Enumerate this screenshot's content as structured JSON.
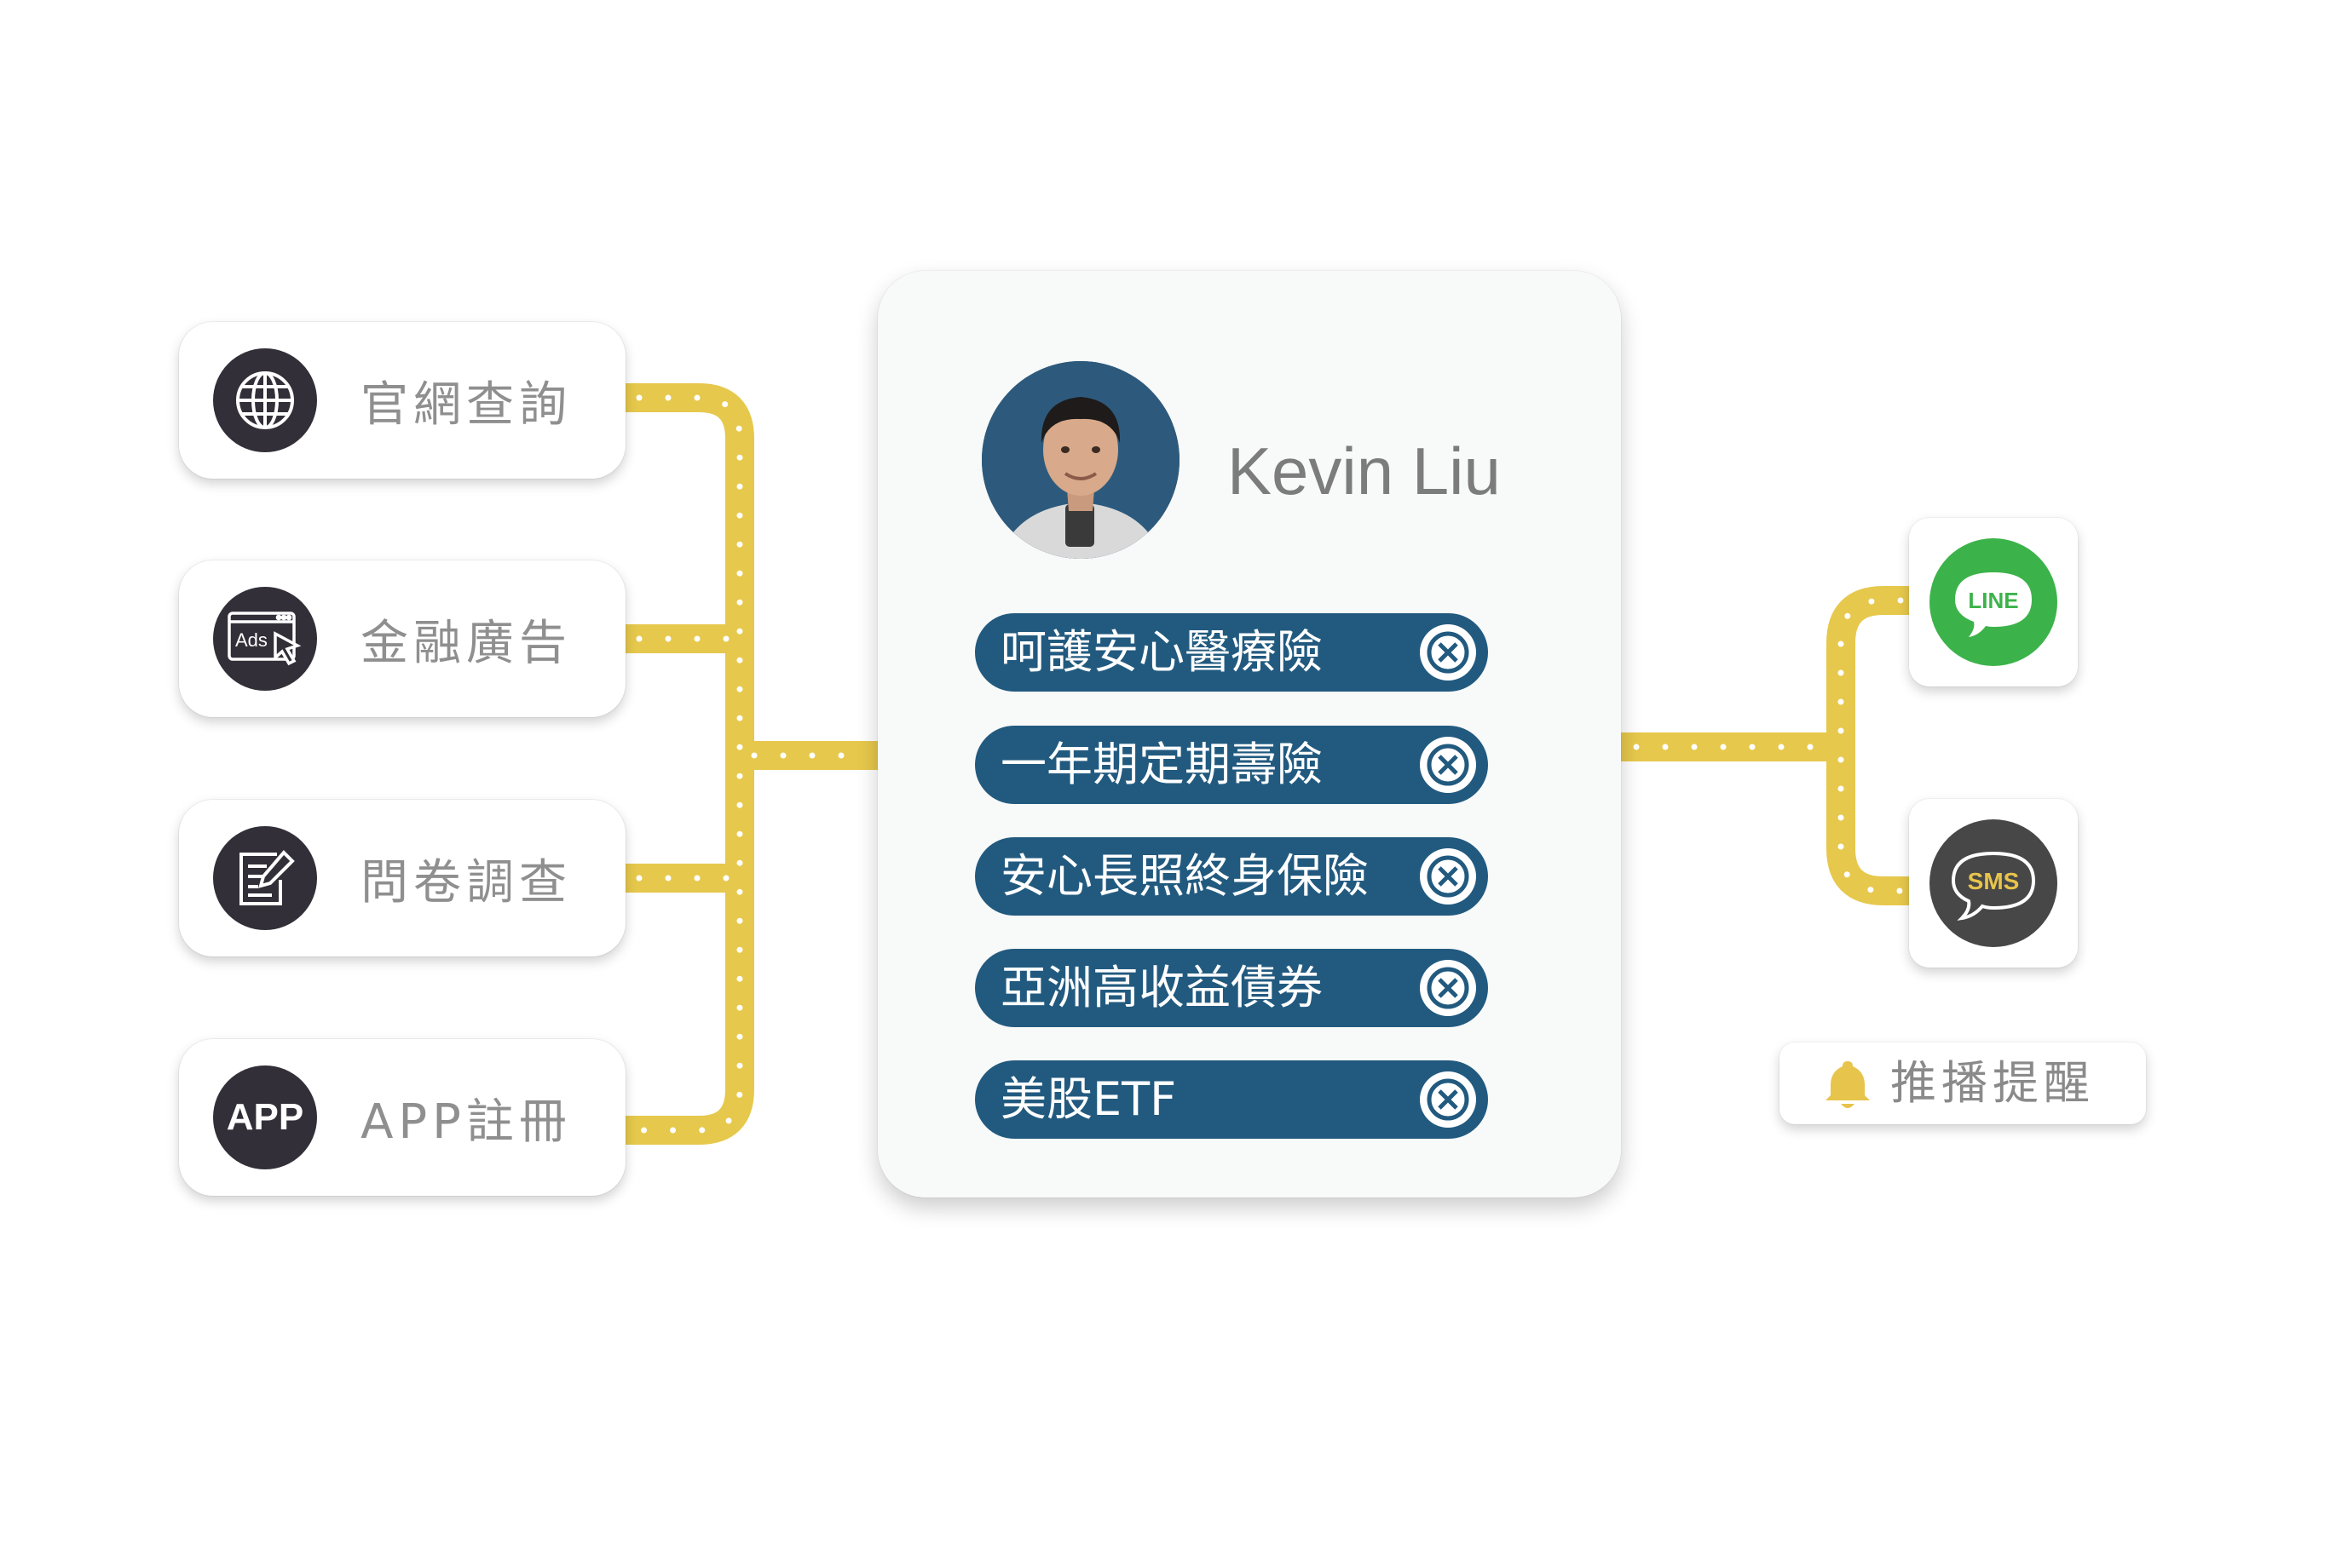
{
  "sources": [
    {
      "label": "官網查詢",
      "icon": "globe-icon"
    },
    {
      "label": "金融廣告",
      "icon": "ads-icon"
    },
    {
      "label": "問卷調查",
      "icon": "survey-icon"
    },
    {
      "label": "APP註冊",
      "icon": "app-icon",
      "icon_text": "APP"
    }
  ],
  "profile": {
    "name": "Kevin Liu",
    "tags": [
      {
        "label": "呵護安心醫療險"
      },
      {
        "label": "一年期定期壽險"
      },
      {
        "label": "安心長照終身保險"
      },
      {
        "label": "亞洲高收益債券"
      },
      {
        "label": "美股ETF"
      }
    ]
  },
  "channels": {
    "line": {
      "label": "LINE",
      "color": "#3cb34a"
    },
    "sms": {
      "label": "SMS",
      "color": "#474747",
      "text_color": "#e7c44b"
    },
    "push": {
      "label": "推播提醒",
      "icon": "bell-icon",
      "color": "#e7c44b"
    }
  },
  "colors": {
    "connector": "#e6c84c",
    "tag_background": "#225a7f",
    "icon_background": "#322f38"
  }
}
